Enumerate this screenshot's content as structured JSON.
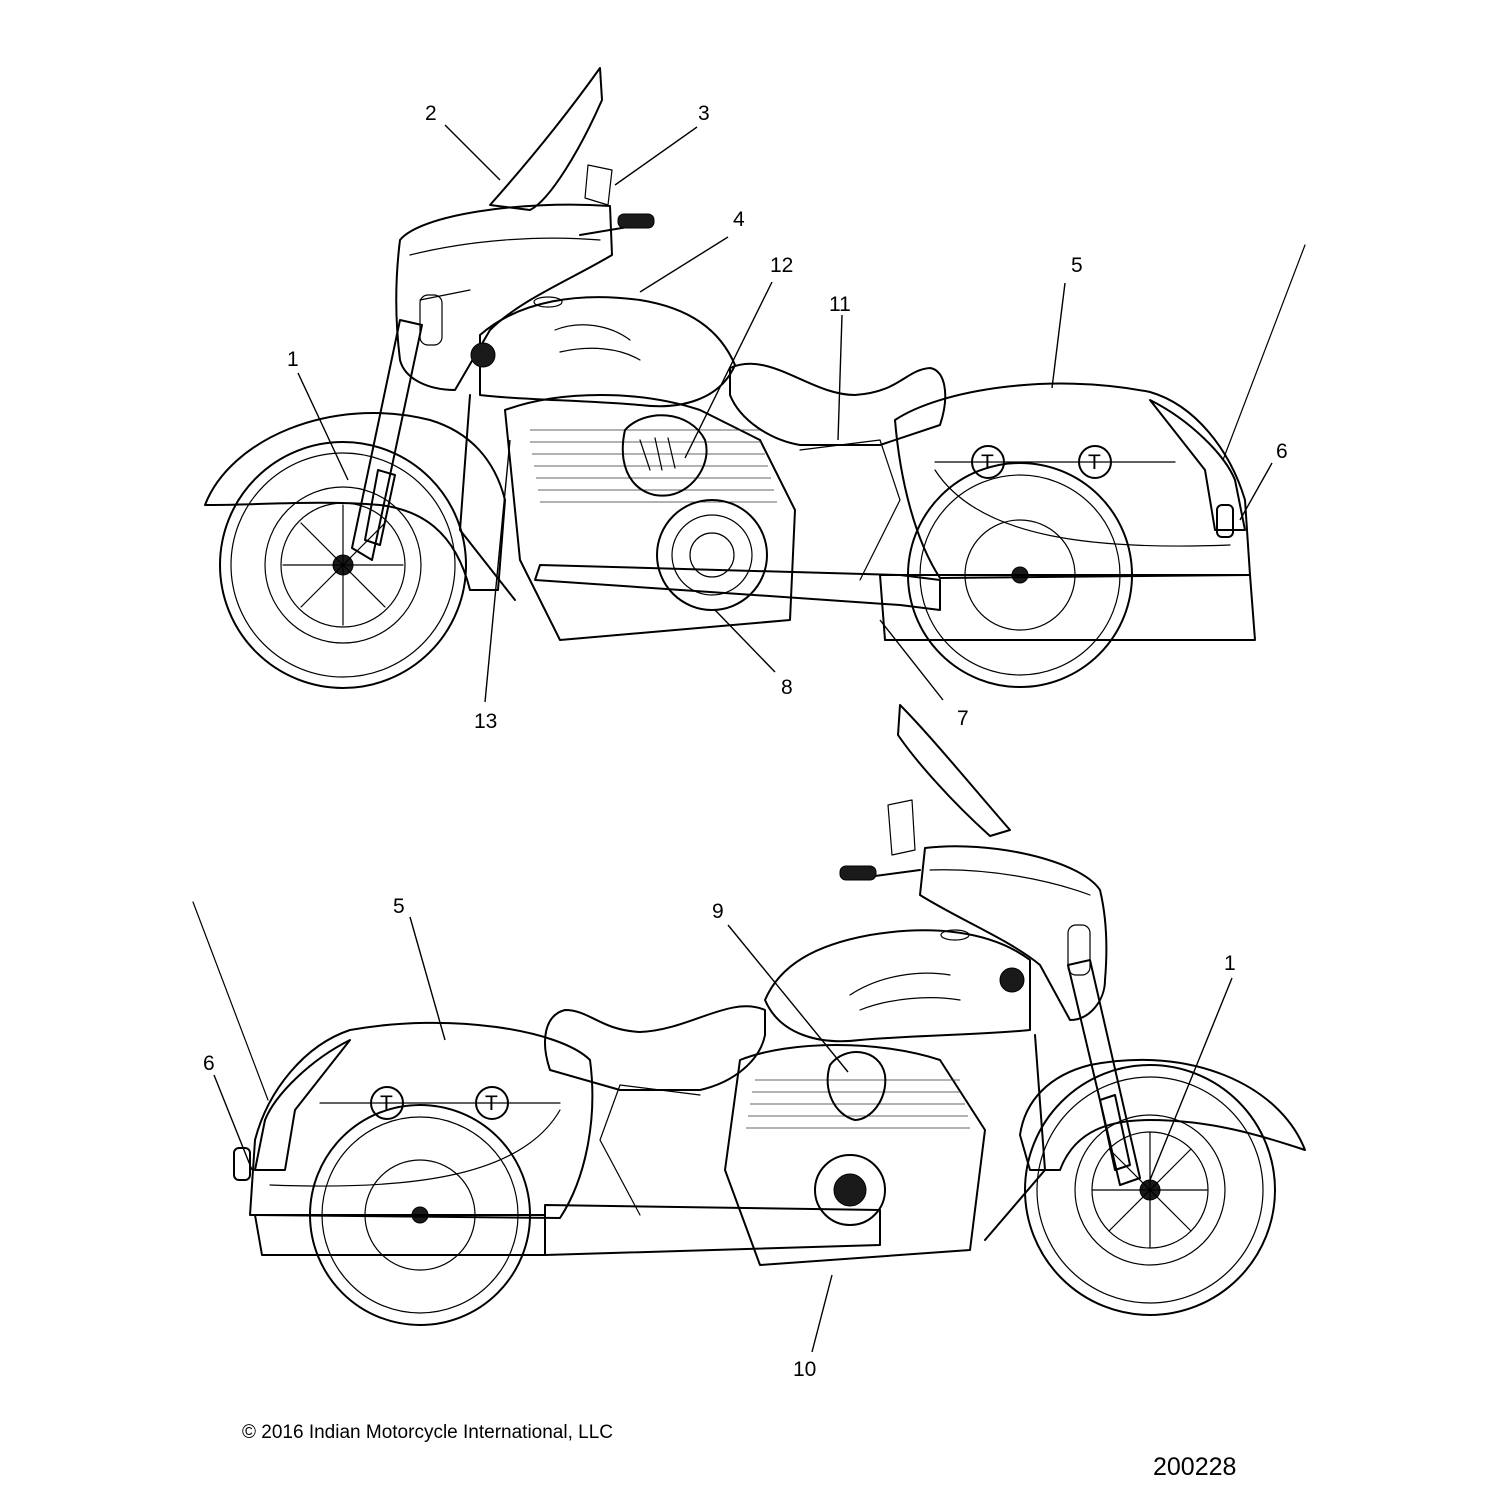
{
  "callouts_top": {
    "c1": "1",
    "c2": "2",
    "c3": "3",
    "c4": "4",
    "c5": "5",
    "c6": "6",
    "c7": "7",
    "c8": "8",
    "c11": "11",
    "c12": "12",
    "c13": "13"
  },
  "callouts_bottom": {
    "c1": "1",
    "c5": "5",
    "c6": "6",
    "c9": "9",
    "c10": "10"
  },
  "footer": {
    "copyright": "2016 Indian Motorcycle International, LLC",
    "diagram_number": "200228"
  }
}
